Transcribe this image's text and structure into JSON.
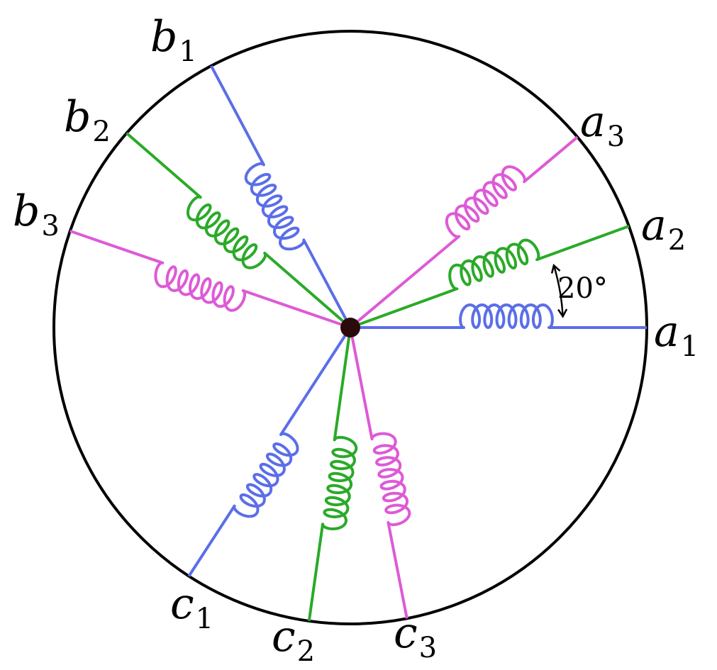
{
  "diagram": {
    "colors": {
      "winding_1": "#5b6ee8",
      "winding_2": "#2aaa28",
      "winding_3": "#dd5ad6",
      "outline": "#000000",
      "center": "#2a0a0a"
    },
    "angle_annotation": "20°",
    "terminals": [
      {
        "id": "a1",
        "letter": "a",
        "index": "1",
        "color_key": "winding_1"
      },
      {
        "id": "a2",
        "letter": "a",
        "index": "2",
        "color_key": "winding_2"
      },
      {
        "id": "a3",
        "letter": "a",
        "index": "3",
        "color_key": "winding_3"
      },
      {
        "id": "b1",
        "letter": "b",
        "index": "1",
        "color_key": "winding_1"
      },
      {
        "id": "b2",
        "letter": "b",
        "index": "2",
        "color_key": "winding_2"
      },
      {
        "id": "b3",
        "letter": "b",
        "index": "3",
        "color_key": "winding_3"
      },
      {
        "id": "c1",
        "letter": "c",
        "index": "1",
        "color_key": "winding_1"
      },
      {
        "id": "c2",
        "letter": "c",
        "index": "2",
        "color_key": "winding_2"
      },
      {
        "id": "c3",
        "letter": "c",
        "index": "3",
        "color_key": "winding_3"
      }
    ]
  }
}
